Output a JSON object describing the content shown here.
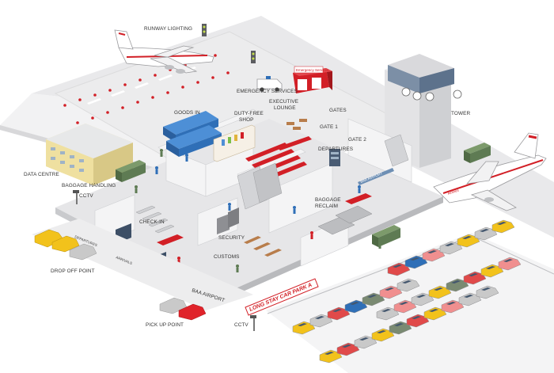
{
  "labels": {
    "runway_lighting": "RUNWAY LIGHTING",
    "emergency_services": "EMERGENCY SERVICES",
    "emergency_station": "Emergency Services",
    "goods_in": "GOODS IN",
    "executive_lounge_1": "EXECUTIVE",
    "executive_lounge_2": "LOUNGE",
    "duty_free_1": "DUTY-FREE",
    "duty_free_2": "SHOP",
    "gates": "GATES",
    "gate_1": "GATE 1",
    "gate_2": "GATE 2",
    "tower": "TOWER",
    "departures": "DEPARTURES",
    "data_centre": "DATA CENTRE",
    "baggage_handling": "BAGGAGE HANDLING",
    "cctv_1": "CCTV",
    "baggage_reclaim_1": "BAGGAGE",
    "baggage_reclaim_2": "RECLAIM",
    "check_in": "CHECK-IN",
    "security": "SECURITY",
    "customs": "CUSTOMS",
    "baa_airport": "BAA AIRPORT",
    "baa_airport_roof": "BAA AIRPORT",
    "drop_off_point": "DROP OFF POINT",
    "pick_up_point": "PICK  UP POINT",
    "cctv_2": "CCTV",
    "long_stay_car_park": "LONG STAY CAR PARK A",
    "arrivals": "ARRIVALS",
    "departures_door": "DEPARTURES",
    "plane_livery": "Airlines"
  },
  "colors": {
    "floor": "#e6e6e8",
    "wall": "#f4f4f5",
    "wall_side": "#cfd0d3",
    "accent_red": "#d21f26",
    "truck_blue": "#2f6fb7",
    "truck_green": "#5e7b53",
    "building_yellow": "#f2e6a8"
  },
  "car_park": {
    "row_1": [
      "#f2c21b",
      "#e04a4a",
      "#c9c9c9",
      "#f2c21b",
      "#7a8a72",
      "#e04a4a",
      "#f2c21b",
      "#f08f8f",
      "#c9c9c9",
      "#c9c9c9"
    ],
    "row_2": [
      "#c9c9c9",
      "#f08f8f",
      "#c9c9c9",
      "#f2c21b",
      "#7a8a72",
      "#e04a4a",
      "#f2c21b",
      "#f08f8f"
    ],
    "row_3": [
      "#f2c21b",
      "#c9c9c9",
      "#e04a4a",
      "#2f6fb7",
      "#7a8a72",
      "#f08f8f",
      "#c9c9c9"
    ],
    "row_4": [
      "#e04a4a",
      "#2f6fb7",
      "#f08f8f",
      "#c9c9c9",
      "#f2c21b",
      "#c9c9c9",
      "#f2c21b"
    ]
  }
}
